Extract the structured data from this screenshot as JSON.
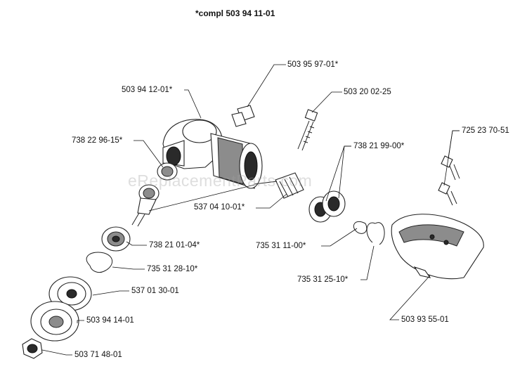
{
  "title": "*compl 503 94 11-01",
  "watermark": "eReplacementParts.com",
  "labels": [
    {
      "id": "p1",
      "text": "503 95 97-01*"
    },
    {
      "id": "p2",
      "text": "503 94 12-01*"
    },
    {
      "id": "p3",
      "text": "503 20 02-25"
    },
    {
      "id": "p4",
      "text": "738 22 96-15*"
    },
    {
      "id": "p5",
      "text": "738 21 99-00*"
    },
    {
      "id": "p6",
      "text": "725 23 70-51"
    },
    {
      "id": "p7",
      "text": "537 04 10-01*"
    },
    {
      "id": "p8",
      "text": "738 21 01-04*"
    },
    {
      "id": "p9",
      "text": "735 31 11-00*"
    },
    {
      "id": "p10",
      "text": "735 31 28-10*"
    },
    {
      "id": "p11",
      "text": "537 01 30-01"
    },
    {
      "id": "p12",
      "text": "735 31 25-10*"
    },
    {
      "id": "p13",
      "text": "503 94 14-01"
    },
    {
      "id": "p14",
      "text": "503 93 55-01"
    },
    {
      "id": "p15",
      "text": "503 71 48-01"
    }
  ]
}
